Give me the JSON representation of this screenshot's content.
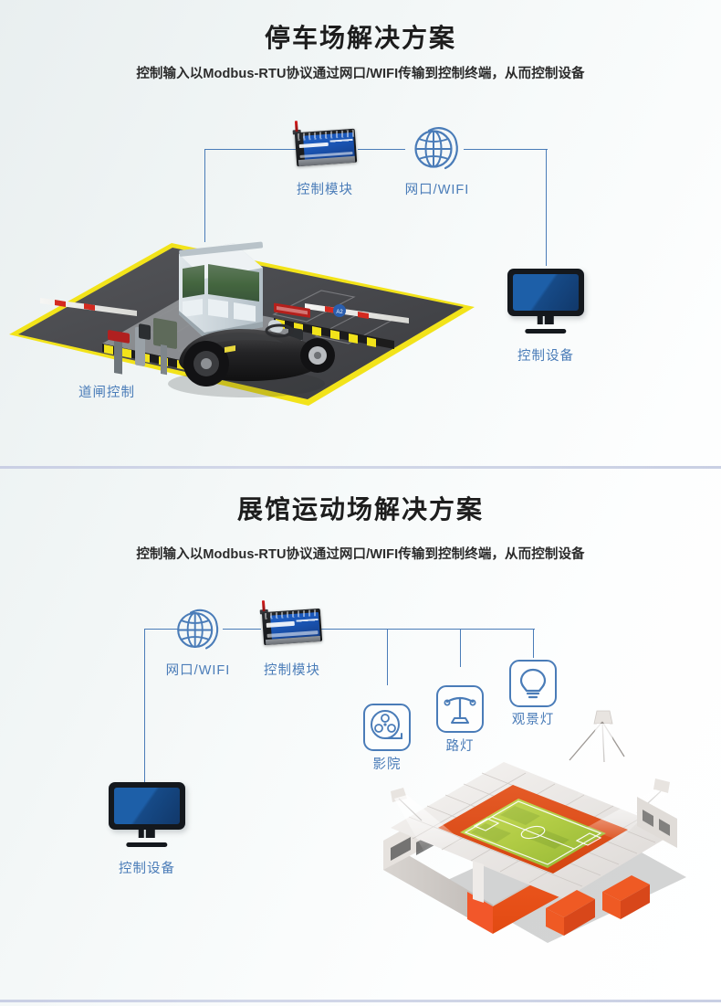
{
  "theme": {
    "accent_blue": "#4a7cb8",
    "title_color": "#1d1d1d",
    "divider_color": "#ccd2e6",
    "background": "#eef3f4",
    "monitor_screen": "#1d5fa8",
    "module_pcb": "#1a55b4",
    "stadium_seats": "#f05a1e",
    "stadium_pitch": "#a8c93e"
  },
  "sections": [
    {
      "id": "parking",
      "title": "停车场解决方案",
      "subtitle": "控制输入以Modbus-RTU协议通过网口/WIFI传输到控制终端，从而控制设备",
      "nodes": [
        {
          "id": "control-module",
          "label": "控制模块",
          "icon": "control-module-device-icon"
        },
        {
          "id": "network-wifi",
          "label": "网口/WIFI",
          "icon": "globe-icon"
        },
        {
          "id": "control-device",
          "label": "控制设备",
          "icon": "monitor-icon"
        },
        {
          "id": "gate-control",
          "label": "道闸控制",
          "icon": "parking-lot-illustration"
        }
      ]
    },
    {
      "id": "stadium",
      "title": "展馆运动场解决方案",
      "subtitle": "控制输入以Modbus-RTU协议通过网口/WIFI传输到控制终端，从而控制设备",
      "nodes": [
        {
          "id": "network-wifi",
          "label": "网口/WIFI",
          "icon": "globe-icon"
        },
        {
          "id": "control-module",
          "label": "控制模块",
          "icon": "control-module-device-icon"
        },
        {
          "id": "cinema",
          "label": "影院",
          "icon": "film-reel-icon"
        },
        {
          "id": "street-lamp",
          "label": "路灯",
          "icon": "street-lamp-icon"
        },
        {
          "id": "view-light",
          "label": "观景灯",
          "icon": "light-bulb-icon"
        },
        {
          "id": "control-device",
          "label": "控制设备",
          "icon": "monitor-icon"
        },
        {
          "id": "stadium-venue",
          "label": "",
          "icon": "stadium-illustration"
        }
      ]
    }
  ]
}
